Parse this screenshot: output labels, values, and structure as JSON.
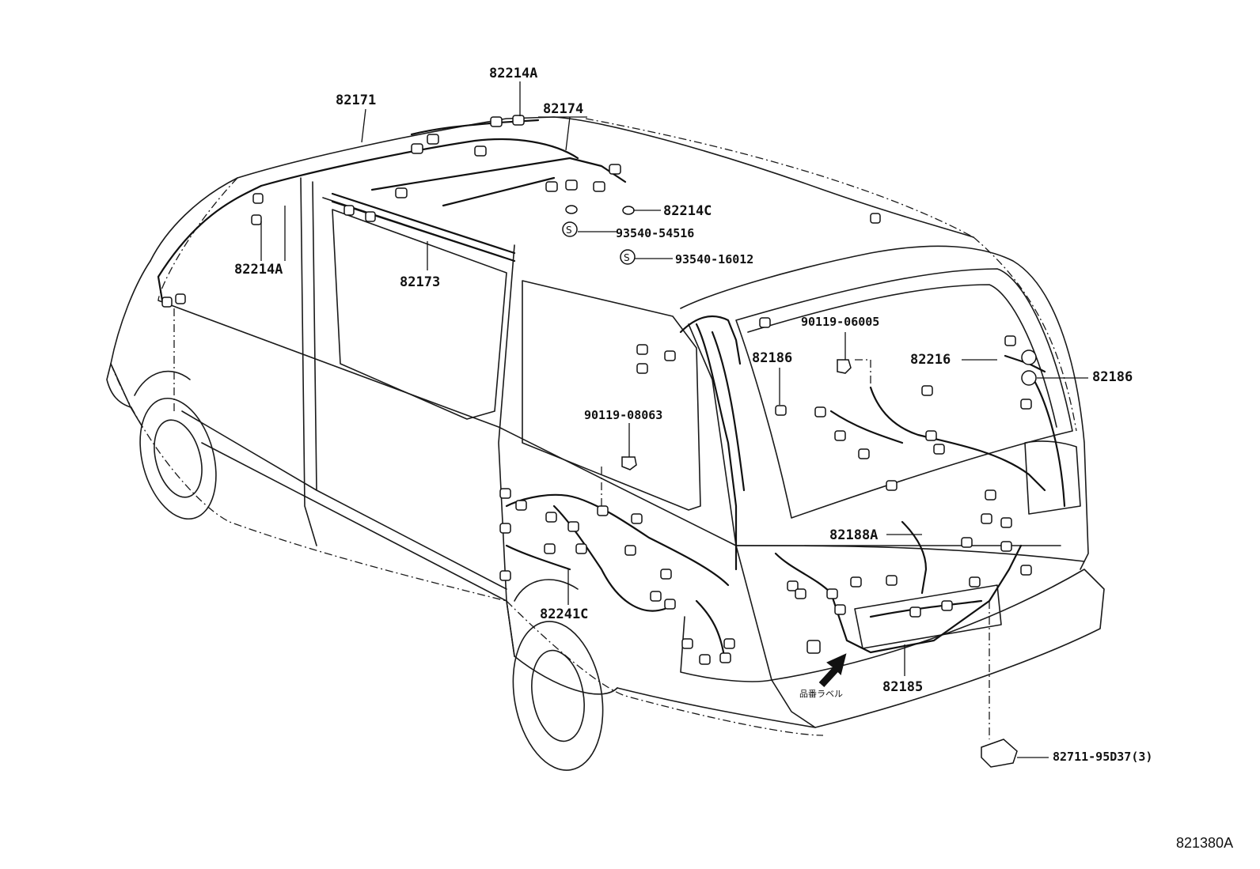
{
  "figure_id": "821380A",
  "label_arrow_text": "品番ラベル",
  "callouts": [
    {
      "id": "c1",
      "text": "82214A"
    },
    {
      "id": "c2",
      "text": "82171"
    },
    {
      "id": "c3",
      "text": "82174"
    },
    {
      "id": "c4",
      "text": "82214C"
    },
    {
      "id": "c5",
      "text": "93540-54516"
    },
    {
      "id": "c6",
      "text": "93540-16012"
    },
    {
      "id": "c7",
      "text": "82214A"
    },
    {
      "id": "c8",
      "text": "82173"
    },
    {
      "id": "c9",
      "text": "90119-06005"
    },
    {
      "id": "c10",
      "text": "82186"
    },
    {
      "id": "c11",
      "text": "82216"
    },
    {
      "id": "c12",
      "text": "82186"
    },
    {
      "id": "c13",
      "text": "90119-08063"
    },
    {
      "id": "c14",
      "text": "82188A"
    },
    {
      "id": "c15",
      "text": "82241C"
    },
    {
      "id": "c16",
      "text": "82185"
    },
    {
      "id": "c17",
      "text": "82711-95D37(3)"
    }
  ]
}
